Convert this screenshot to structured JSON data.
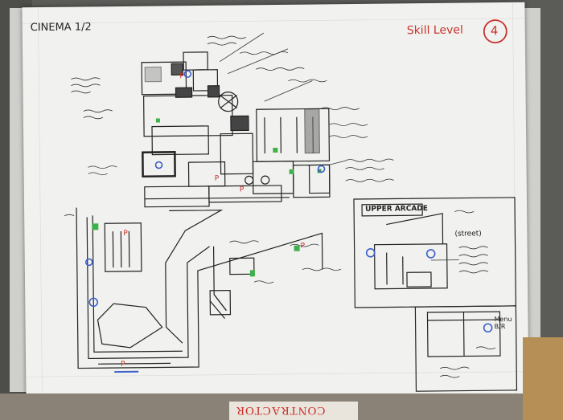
{
  "sheet": {
    "title": "CINEMA 1/2",
    "skill_level_label": "Skill Level",
    "skill_level_value": "4"
  },
  "notes": {
    "upper_arcade": "UPPER ARCADE",
    "street": "(street)",
    "menu_br": "Menu B/R",
    "contractor": "CONTRACTOR"
  },
  "colors": {
    "ink": "#222222",
    "red_ink": "#c8322a",
    "green_marker": "#3fb04a",
    "blue_marker": "#3a5fc8",
    "paper": "#f1f1ef"
  }
}
